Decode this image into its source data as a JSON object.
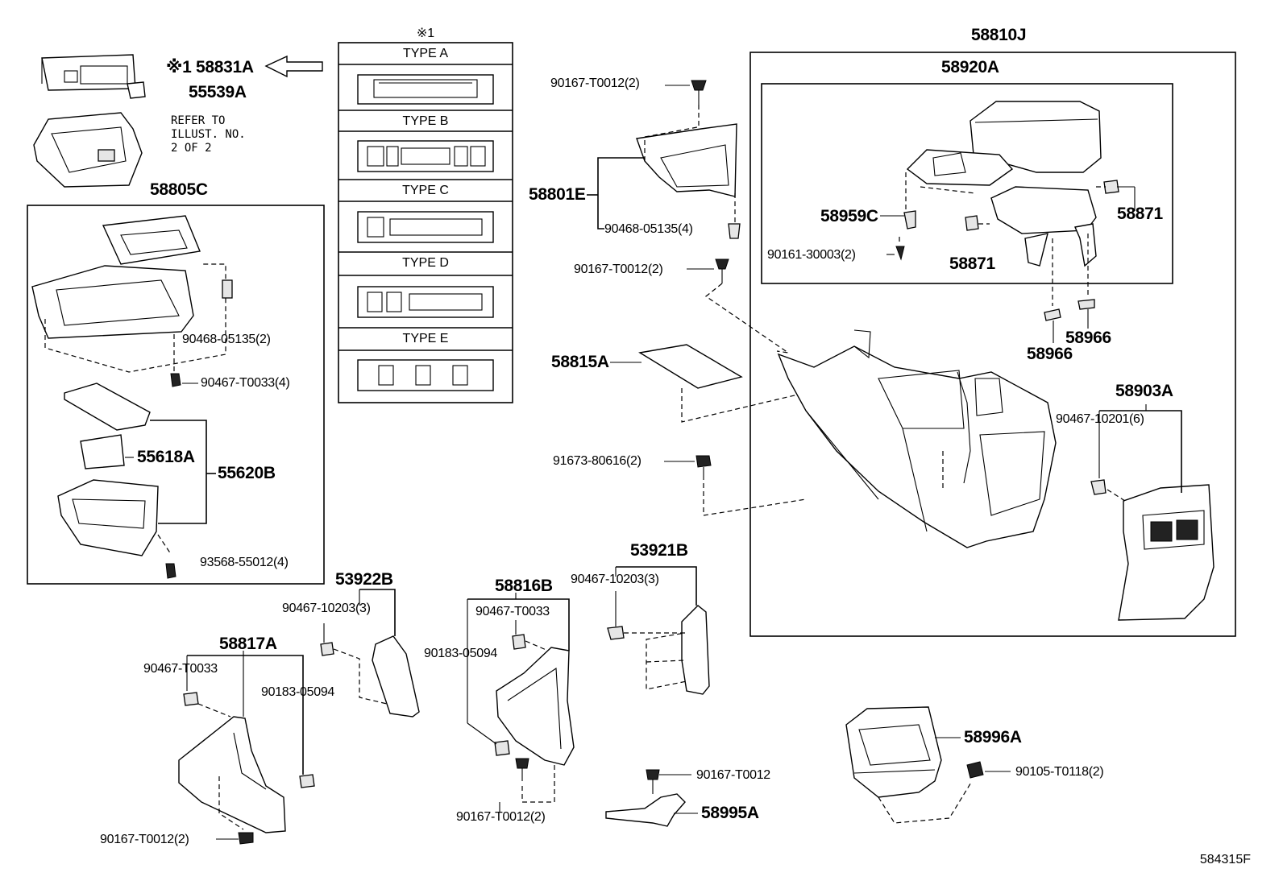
{
  "figure_code": "584315F",
  "note_mark": "※1",
  "types_header": "※1",
  "types": [
    "TYPE A",
    "TYPE B",
    "TYPE C",
    "TYPE D",
    "TYPE E"
  ],
  "refer_note": "REFER TO\nILLUST. NO.\n2 OF 2",
  "labels": {
    "p58831A": "※1 58831A",
    "p55539A": "55539A",
    "p58805C": "58805C",
    "p90468_2": "90468-05135(2)",
    "p90467_T0033_4": "90467-T0033(4)",
    "p55618A": "55618A",
    "p55620B": "55620B",
    "p93568": "93568-55012(4)",
    "p90167_top": "90167-T0012(2)",
    "p58801E": "58801E",
    "p90468_4": "90468-05135(4)",
    "p90167_mid": "90167-T0012(2)",
    "p58815A": "58815A",
    "p91673": "91673-80616(2)",
    "p58810J": "58810J",
    "p58920A": "58920A",
    "p58959C": "58959C",
    "p90161": "90161-30003(2)",
    "p58871a": "58871",
    "p58871b": "58871",
    "p58966a": "58966",
    "p58966b": "58966",
    "p58903A": "58903A",
    "p90467_10201": "90467-10201(6)",
    "p53922B": "53922B",
    "p90467_10203_a": "90467-10203(3)",
    "p58817A": "58817A",
    "p90467_T0033_a": "90467-T0033",
    "p90183_a": "90183-05094",
    "p90167_bl": "90167-T0012(2)",
    "p58816B": "58816B",
    "p90467_T0033_b": "90467-T0033",
    "p90183_b": "90183-05094",
    "p90167_bc": "90167-T0012(2)",
    "p53921B": "53921B",
    "p90467_10203_b": "90467-10203(3)",
    "p90167_single": "90167-T0012",
    "p58995A": "58995A",
    "p58996A": "58996A",
    "p90105": "90105-T0118(2)"
  }
}
